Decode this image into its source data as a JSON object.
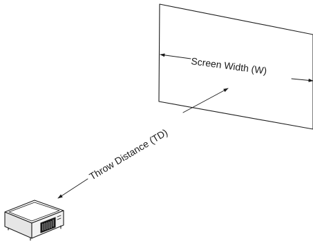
{
  "labels": {
    "screen_width": "Screen Width (W)",
    "throw_distance": "Throw Distance (TD)"
  },
  "colors": {
    "line": "#1a1a1a",
    "background": "#ffffff",
    "projector_front": "#f2f2f2",
    "projector_side": "#e6e6e6",
    "lens_grille": "#1a1a1a"
  },
  "icons": {
    "projector": "projector-icon",
    "screen": "projection-screen"
  }
}
